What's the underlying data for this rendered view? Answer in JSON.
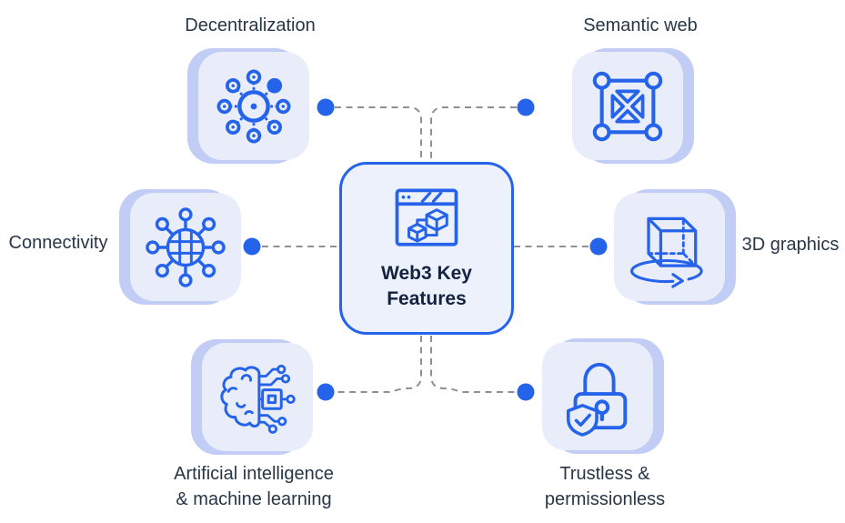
{
  "diagram": {
    "center": {
      "title_lines": [
        "Web3 Key",
        "Features"
      ],
      "icon": "web3-browser-cubes-icon"
    },
    "features": [
      {
        "position": "top-left",
        "icon": "decentralization-icon",
        "label_lines": [
          "Decentralization"
        ]
      },
      {
        "position": "top-right",
        "icon": "semantic-web-icon",
        "label_lines": [
          "Semantic web"
        ]
      },
      {
        "position": "middle-left",
        "icon": "connectivity-icon",
        "label_lines": [
          "Connectivity"
        ]
      },
      {
        "position": "middle-right",
        "icon": "3d-graphics-icon",
        "label_lines": [
          "3D graphics"
        ]
      },
      {
        "position": "bottom-left",
        "icon": "ai-ml-icon",
        "label_lines": [
          "Artificial intelligence",
          "& machine learning"
        ]
      },
      {
        "position": "bottom-right",
        "icon": "trustless-icon",
        "label_lines": [
          "Trustless &",
          "permissionless"
        ]
      }
    ],
    "colors": {
      "accent_blue": "#2563eb",
      "tile_fill": "#e9edfa",
      "tile_shadow": "#c2cdf5",
      "center_fill": "#edf1fc",
      "connector_gray": "#8c9097",
      "label_text": "#273747"
    }
  }
}
